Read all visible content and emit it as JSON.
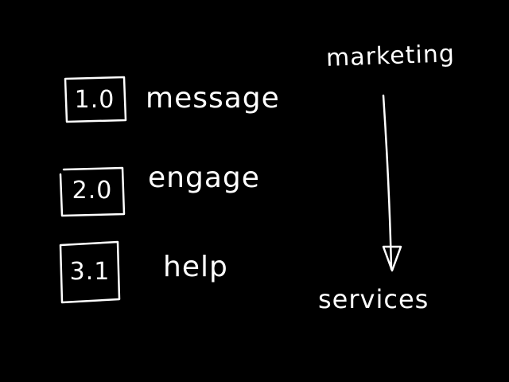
{
  "diagram": {
    "background_color": "#000000",
    "ink_color": "#ffffff",
    "items": [
      {
        "number": "1.0",
        "label": "message"
      },
      {
        "number": "2.0",
        "label": "engage"
      },
      {
        "number": "3.1",
        "label": "help"
      }
    ],
    "flow": {
      "from": "marketing",
      "to": "services"
    }
  }
}
